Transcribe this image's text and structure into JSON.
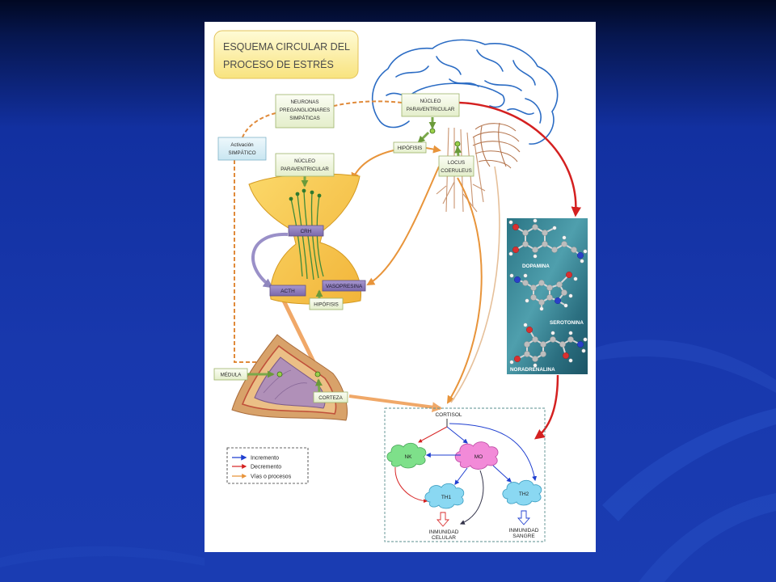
{
  "title": {
    "line1": "ESQUEMA CIRCULAR DEL",
    "line2": "PROCESO DE ESTRÉS"
  },
  "labels": {
    "nucleo_top": [
      "NÚCLEO",
      "PARAVENTRICULAR"
    ],
    "neuronas": [
      "NEURONAS",
      "PREGANGLIONARES",
      "SIMPÁTICAS"
    ],
    "activacion": [
      "Activación",
      "SIMPÁTICO"
    ],
    "hipofisis_top": "HIPÓFISIS",
    "locus": [
      "LOCUS",
      "COERULEUS"
    ],
    "nucleo_mid": [
      "NÚCLEO",
      "PARAVENTRICULAR"
    ],
    "crh": "CRH",
    "acth": "ACTH",
    "vasopresina": "VASOPRESINA",
    "hipofisis_mid": "HIPÓFISIS",
    "medula": "MÉDULA",
    "corteza": "CORTEZA"
  },
  "molecules": {
    "dopamina": "DOPAMINA",
    "serotonina": "SEROTONINA",
    "noradrenalina": "NORADRENALINA"
  },
  "immune": {
    "cortisol": "CORTISOL",
    "nk": "NK",
    "mo": "MO",
    "th1": "TH1",
    "th2": "TH2",
    "inmunidad_celular": [
      "INMUNIDAD",
      "CELULAR"
    ],
    "inmunidad_sangre": [
      "INMUNIDAD",
      "SANGRE"
    ]
  },
  "legend": [
    {
      "label": "Incremento",
      "color": "#1f3fd0"
    },
    {
      "label": "Decremento",
      "color": "#d82a2a"
    },
    {
      "label": "Vías o procesos",
      "color": "#e8943a"
    }
  ],
  "colors": {
    "background": "#1838ad",
    "panel": "#ffffff",
    "brain_outline": "#2b6cc4",
    "red_pathway": "#d42020",
    "orange_pathway": "#e8943a"
  }
}
